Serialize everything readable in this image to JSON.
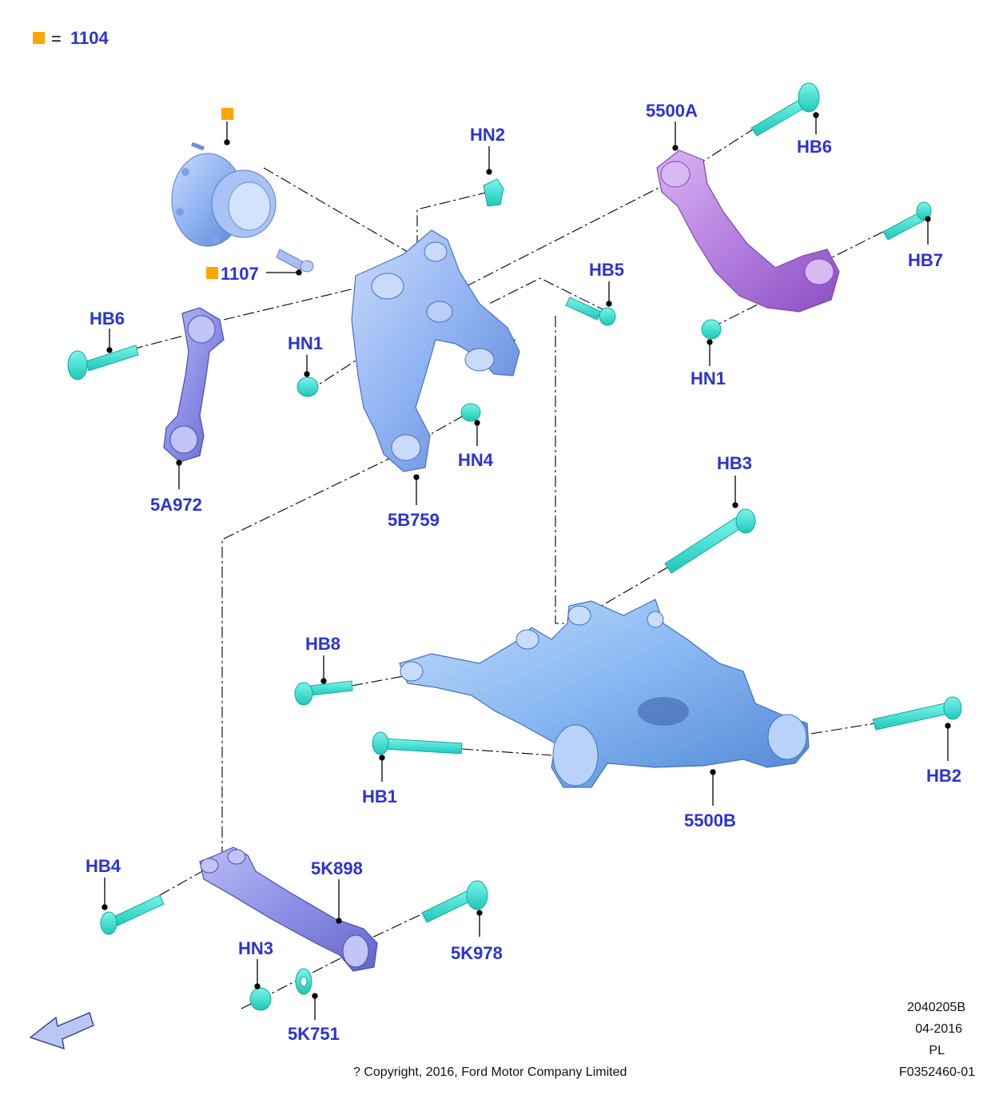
{
  "legend": {
    "equals": "=",
    "value": "1104",
    "color": "#ffa500"
  },
  "labels": {
    "hb6_top": "HB6",
    "p5500a": "5500A",
    "hn2": "HN2",
    "hb5": "HB5",
    "hb7": "HB7",
    "hn1_right": "HN1",
    "p1107": "1107",
    "hb6_left": "HB6",
    "hn1_left": "HN1",
    "hn4": "HN4",
    "p5a972": "5A972",
    "p5b759": "5B759",
    "hb3": "HB3",
    "hb8": "HB8",
    "hb1": "HB1",
    "hb2": "HB2",
    "p5500b": "5500B",
    "hb4": "HB4",
    "p5k898": "5K898",
    "hn3": "HN3",
    "p5k978": "5K978",
    "p5k751": "5K751"
  },
  "footer": {
    "code": "2040205B",
    "date": "04-2016",
    "lang": "PL",
    "ref": "F0352460-01",
    "copyright": "? Copyright, 2016, Ford Motor Company Limited"
  },
  "colors": {
    "label": "#2b33d6",
    "fastener": "#3ee6d8",
    "knuckle": "#8fb2f2",
    "upper_arm": "#b57ee0",
    "link": "#8d8fe6",
    "lower_arm": "#86b6f2"
  },
  "icons": [
    "direction-arrow-icon"
  ]
}
